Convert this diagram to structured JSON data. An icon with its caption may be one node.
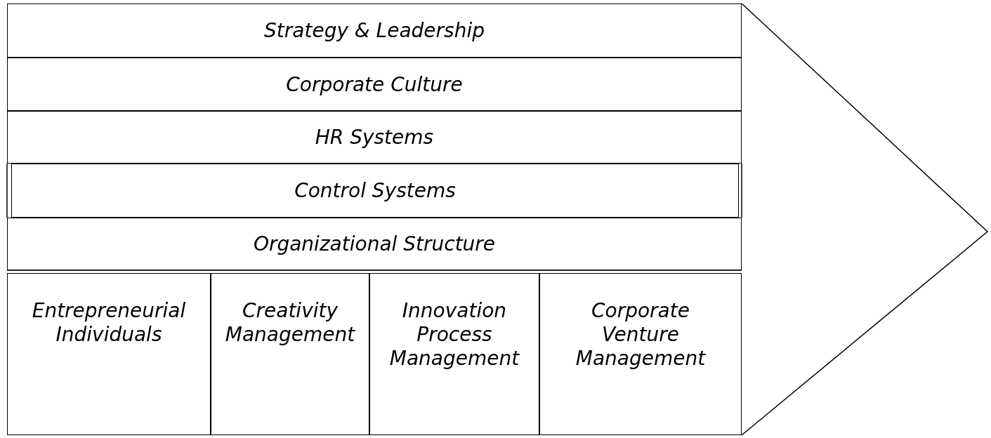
{
  "diagram": {
    "nodes": [
      {
        "text": [
          "Strategy & Leadership"
        ]
      },
      {
        "text": [
          "Corporate Culture"
        ]
      },
      {
        "text": [
          "HR Systems"
        ]
      },
      {
        "text": [
          "Control Systems"
        ]
      },
      {
        "text": [
          "Organizational Structure"
        ]
      },
      {
        "text": [
          "Entrepreneurial Individuals"
        ]
      },
      {
        "text": [
          "Creativity Management"
        ]
      },
      {
        "text": [
          "Innovation Process Management"
        ]
      },
      {
        "text": [
          "Corporate Venture Management"
        ]
      }
    ]
  }
}
